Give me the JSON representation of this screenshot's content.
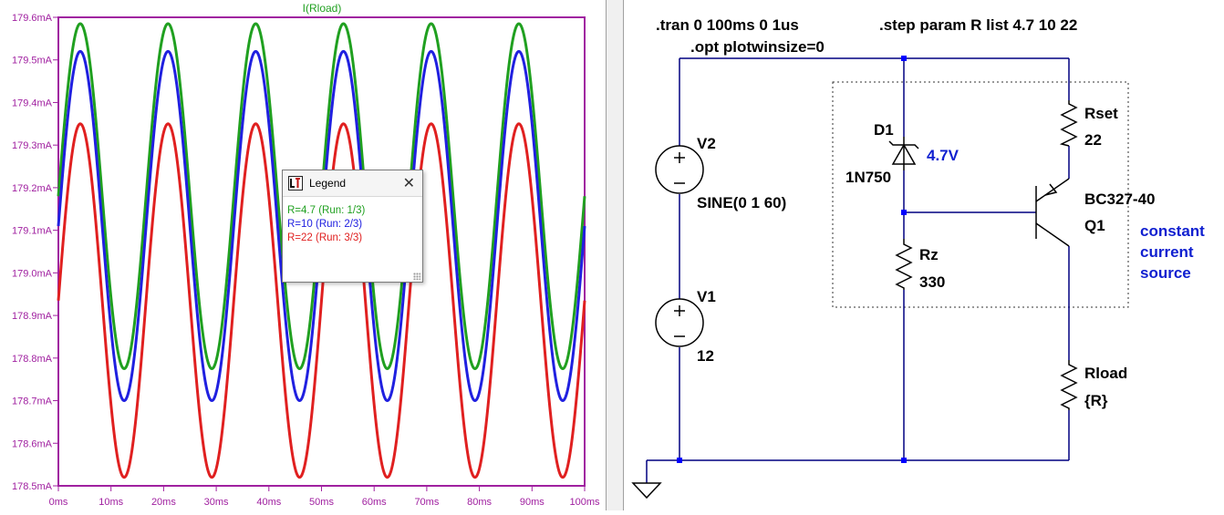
{
  "plot": {
    "trace_title": "I(Rload)",
    "y_ticks": [
      "179.6mA",
      "179.5mA",
      "179.4mA",
      "179.3mA",
      "179.2mA",
      "179.1mA",
      "179.0mA",
      "178.9mA",
      "178.8mA",
      "178.7mA",
      "178.6mA",
      "178.5mA"
    ],
    "x_ticks": [
      "0ms",
      "10ms",
      "20ms",
      "30ms",
      "40ms",
      "50ms",
      "60ms",
      "70ms",
      "80ms",
      "90ms",
      "100ms"
    ],
    "colors": {
      "axis": "#a020a0",
      "run1": "#20a020",
      "run2": "#2020e0",
      "run3": "#e02020"
    }
  },
  "chart_data": {
    "type": "line",
    "title": "I(Rload)",
    "xlabel": "",
    "ylabel": "",
    "x_unit": "ms",
    "y_unit": "mA",
    "xlim": [
      0,
      100
    ],
    "ylim": [
      178.5,
      179.6
    ],
    "grid": false,
    "series": [
      {
        "name": "R=4.7  (Run: 1/3)",
        "waveform": "sine",
        "frequency_hz": 60,
        "offset_mA": 179.18,
        "amplitude_mA": 0.405
      },
      {
        "name": "R=10  (Run: 2/3)",
        "waveform": "sine",
        "frequency_hz": 60,
        "offset_mA": 179.11,
        "amplitude_mA": 0.41
      },
      {
        "name": "R=22  (Run: 3/3)",
        "waveform": "sine",
        "frequency_hz": 60,
        "offset_mA": 178.935,
        "amplitude_mA": 0.415
      }
    ]
  },
  "legend": {
    "title": "Legend",
    "close_label": "✕",
    "entries": [
      {
        "label": "R=4.7  (Run: 1/3)",
        "color": "#20a020"
      },
      {
        "label": "R=10  (Run: 2/3)",
        "color": "#2020e0"
      },
      {
        "label": "R=22  (Run: 3/3)",
        "color": "#e02020"
      }
    ]
  },
  "schematic": {
    "directive_tran": ".tran 0 100ms 0 1us",
    "directive_step": ".step param R list 4.7 10 22",
    "directive_opt": ".opt  plotwinsize=0",
    "v2_name": "V2",
    "v2_value": "SINE(0 1 60)",
    "v1_name": "V1",
    "v1_value": "12",
    "d1_name": "D1",
    "d1_model": "1N750",
    "d1_voltage": "4.7V",
    "rz_name": "Rz",
    "rz_value": "330",
    "rset_name": "Rset",
    "rset_value": "22",
    "q1_model": "BC327-40",
    "q1_name": "Q1",
    "rload_name": "Rload",
    "rload_value": "{R}",
    "note_line1": "constant",
    "note_line2": "current",
    "note_line3": "source"
  }
}
